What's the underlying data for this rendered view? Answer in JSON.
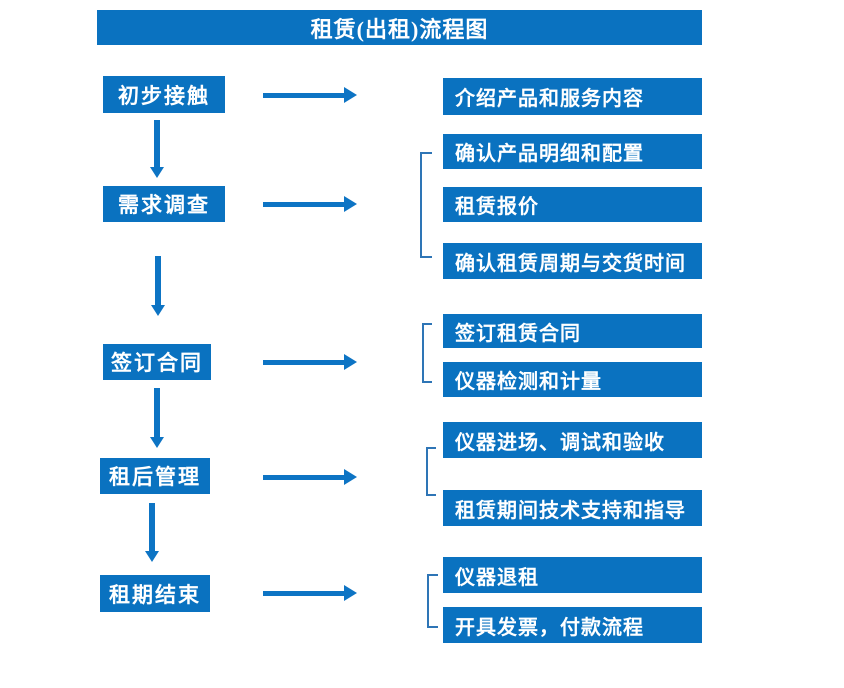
{
  "title": "租赁(出租)流程图",
  "colors": {
    "box_blue": "#0a72c0",
    "arrow_blue": "#0d74c4",
    "bracket_blue": "#2e75b6",
    "text_white": "#ffffff",
    "background": "#ffffff"
  },
  "steps": [
    {
      "label": "初步接触",
      "outputs": [
        "介绍产品和服务内容"
      ]
    },
    {
      "label": "需求调查",
      "outputs": [
        "确认产品明细和配置",
        "租赁报价",
        "确认租赁周期与交货时间"
      ]
    },
    {
      "label": "签订合同",
      "outputs": [
        "签订租赁合同",
        "仪器检测和计量"
      ]
    },
    {
      "label": "租后管理",
      "outputs": [
        "仪器进场、调试和验收",
        "租赁期间技术支持和指导"
      ]
    },
    {
      "label": "租期结束",
      "outputs": [
        "仪器退租",
        "开具发票，付款流程"
      ]
    }
  ]
}
